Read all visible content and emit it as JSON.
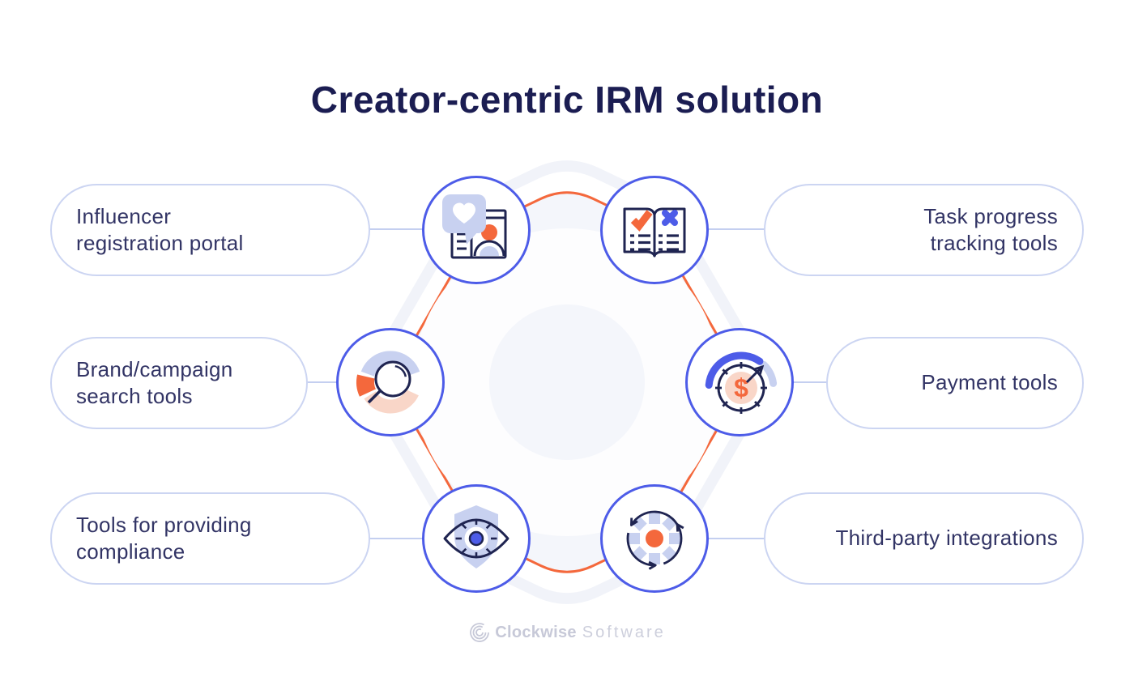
{
  "title": "Creator-centric IRM solution",
  "features": [
    {
      "id": "registration",
      "label": "Influencer\nregistration portal",
      "side": "left",
      "icon": "registration-portal-icon"
    },
    {
      "id": "task-progress",
      "label": "Task progress\ntracking tools",
      "side": "right",
      "icon": "book-checklist-icon"
    },
    {
      "id": "search",
      "label": "Brand/campaign\nsearch tools",
      "side": "left",
      "icon": "chart-magnifier-icon"
    },
    {
      "id": "payment",
      "label": "Payment tools",
      "side": "right",
      "icon": "dollar-gauge-icon"
    },
    {
      "id": "compliance",
      "label": "Tools for providing\ncompliance",
      "side": "left",
      "icon": "shield-eye-icon"
    },
    {
      "id": "integrations",
      "label": "Third-party integrations",
      "side": "right",
      "icon": "cycle-arrows-icon"
    }
  ],
  "footer": {
    "brand_bold": "Clockwise",
    "brand_light": "Software"
  },
  "colors": {
    "navy": "#1f2451",
    "title-navy": "#1b1d52",
    "text-navy": "#323465",
    "royal-blue": "#4d5ce8",
    "orange": "#f4683c",
    "lavender": "#c8d1f0",
    "peach": "#f9d6c8",
    "pill-border": "#ccd5f2",
    "connector": "#c4cff0",
    "center-fill": "#f4f6fb",
    "logo-gray": "#c7c9d8"
  }
}
